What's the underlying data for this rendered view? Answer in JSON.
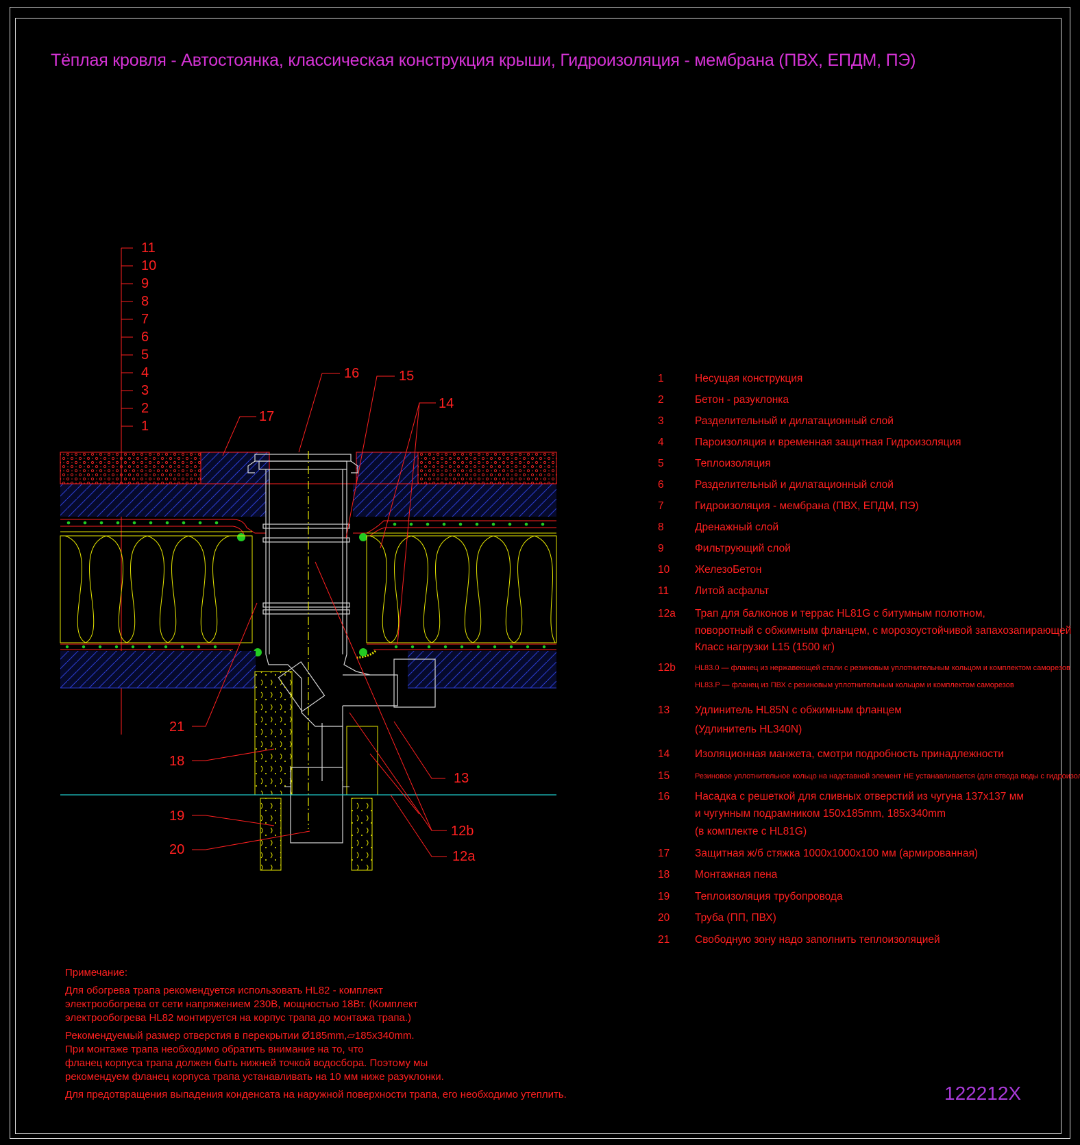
{
  "title": "Тёплая кровля - Автостоянка, классическая конструкция крыши, Гидроизоляция - мембрана (ПВХ, ЕПДМ, ПЭ)",
  "drawing_code": "122212X",
  "layer_scale": [
    "11",
    "10",
    "9",
    "8",
    "7",
    "6",
    "5",
    "4",
    "3",
    "2",
    "1"
  ],
  "callouts": {
    "c16": "16",
    "c15": "15",
    "c14": "14",
    "c17": "17",
    "c21": "21",
    "c18": "18",
    "c19": "19",
    "c20": "20",
    "c13": "13",
    "c12b": "12b",
    "c12a": "12a"
  },
  "legend": [
    {
      "num": "1",
      "lines": [
        "Несущая конструкция"
      ]
    },
    {
      "num": "2",
      "lines": [
        "Бетон - разуклонка"
      ]
    },
    {
      "num": "3",
      "lines": [
        "Разделительный и дилатационный слой"
      ]
    },
    {
      "num": "4",
      "lines": [
        "Пароизоляция и временная защитная Гидроизоляция"
      ]
    },
    {
      "num": "5",
      "lines": [
        "Теплоизоляция"
      ]
    },
    {
      "num": "6",
      "lines": [
        "Разделительный и дилатационный слой"
      ]
    },
    {
      "num": "7",
      "lines": [
        "Гидроизоляция - мембрана (ПВХ, ЕПДМ, ПЭ)"
      ]
    },
    {
      "num": "8",
      "lines": [
        "Дренажный слой"
      ]
    },
    {
      "num": "9",
      "lines": [
        "Фильтрующий слой"
      ]
    },
    {
      "num": "10",
      "lines": [
        "ЖелезоБетон"
      ]
    },
    {
      "num": "11",
      "lines": [
        "Литой асфальт"
      ]
    },
    {
      "num": "12a",
      "lines": [
        "Трап для балконов и террас HL81G с битумным полотном,",
        "поворотный с обжимным фланцем, с морозоустойчивой запахозапирающей",
        "Класс нагрузки L15 (1500 кг)"
      ]
    },
    {
      "num": "12b",
      "lines": [
        "HL83.0 — фланец из нержавеющей стали с резиновым уплотнительным кольцом и комплектом саморезов",
        "HL83.P — фланец из ПВХ с резиновым уплотнительным кольцом и комплектом саморезов"
      ]
    },
    {
      "num": "13",
      "lines": [
        "Удлинитель HL85N с обжимным фланцем",
        "(Удлинитель HL340N)"
      ]
    },
    {
      "num": "14",
      "lines": [
        "Изоляционная  манжета, смотри подробность принадлежности"
      ]
    },
    {
      "num": "15",
      "lines": [
        "Резиновое уплотнительное кольцо на надставной элемент НЕ устанавливается (для отвода воды с гидроизоляции)"
      ]
    },
    {
      "num": "16",
      "lines": [
        "Насадка с решеткой для сливных отверстий из чугуна 137x137 мм",
        "и чугунным подрамником 150x185mm,    185x340mm",
        "(в комплекте с HL81G)"
      ]
    },
    {
      "num": "17",
      "lines": [
        "Защитная ж/б стяжка 1000x1000x100 мм (армированная)"
      ]
    },
    {
      "num": "18",
      "lines": [
        "Монтажная пена"
      ]
    },
    {
      "num": "19",
      "lines": [
        "Теплоизоляция трубопровода"
      ]
    },
    {
      "num": "20",
      "lines": [
        "Труба (ПП, ПВХ)"
      ]
    },
    {
      "num": "21",
      "lines": [
        "Свободную зону надо заполнить теплоизоляцией"
      ]
    }
  ],
  "note": {
    "heading": "Примечание:",
    "p1": [
      "Для обогрева трапа рекомендуется использовать HL82 - комплект",
      "электрообогрева от сети напряжением 230В, мощностью 18Вт. (Комплект",
      "электрообогрева HL82 монтируется на корпус трапа до монтажа трапа.)"
    ],
    "p2": [
      "Рекомендуемый размер отверстия в перекрытии Ø185mm,▱185x340mm.",
      "При монтаже трапа необходимо обратить внимание на то, что",
      "фланец корпуса трапа должен быть нижней точкой водосбора. Поэтому мы",
      "рекомендуем фланец корпуса трапа устанавливать на 10 мм ниже разуклонки."
    ],
    "p3": "Для предотвращения выпадения конденсата на наружной поверхности трапа, его необходимо утеплить."
  },
  "colors": {
    "text_red": "#ff2020",
    "title_magenta": "#d633d6",
    "code_violet": "#a93ad8",
    "insulation_yellow": "#e8e800",
    "concrete_blue": "#2a3acc",
    "drain_green": "#22cc22",
    "cyan_line": "#1ec8c8"
  }
}
